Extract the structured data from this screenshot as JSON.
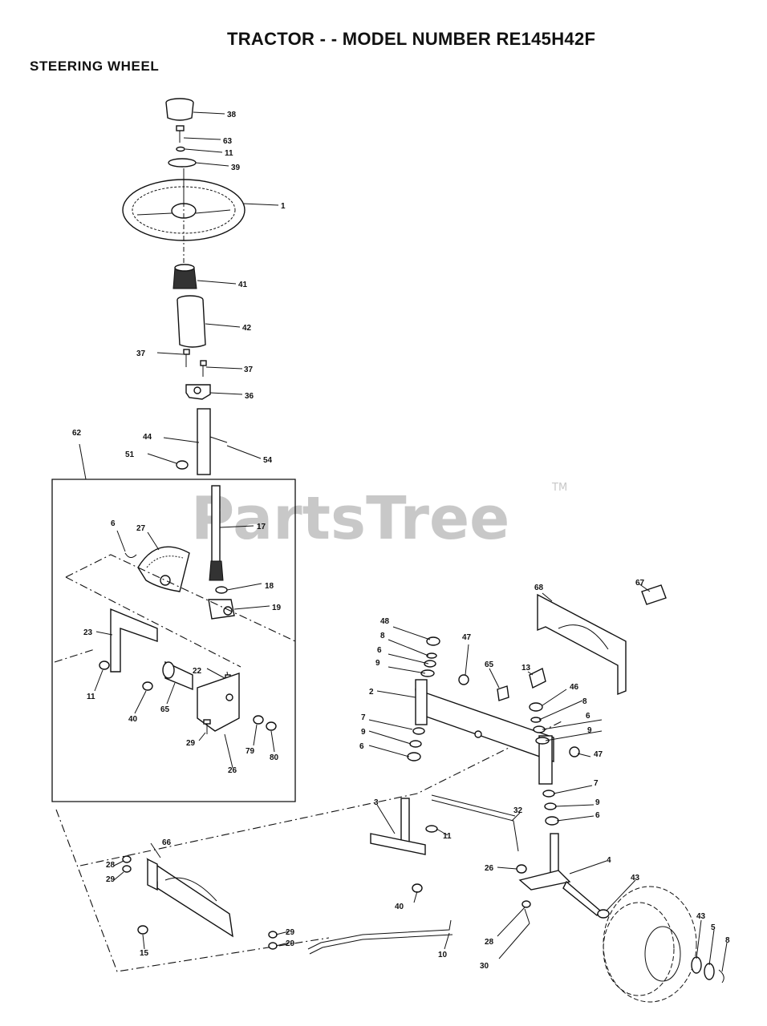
{
  "header": {
    "title": "TRACTOR - - MODEL NUMBER RE145H42F",
    "subtitle": "STEERING WHEEL"
  },
  "watermark": {
    "text": "PartsTree",
    "tm": "TM"
  },
  "callouts": [
    "38",
    "63",
    "11",
    "39",
    "1",
    "41",
    "42",
    "37",
    "37",
    "36",
    "44",
    "54",
    "51",
    "62",
    "17",
    "6",
    "27",
    "18",
    "19",
    "23",
    "22",
    "11",
    "40",
    "65",
    "29",
    "79",
    "80",
    "26",
    "68",
    "67",
    "48",
    "8",
    "6",
    "9",
    "47",
    "65",
    "13",
    "2",
    "46",
    "8",
    "6",
    "9",
    "7",
    "9",
    "6",
    "47",
    "7",
    "9",
    "6",
    "3",
    "32",
    "11",
    "26",
    "4",
    "28",
    "29",
    "66",
    "40",
    "43",
    "28",
    "29",
    "29",
    "15",
    "10",
    "30",
    "43",
    "5",
    "8"
  ]
}
